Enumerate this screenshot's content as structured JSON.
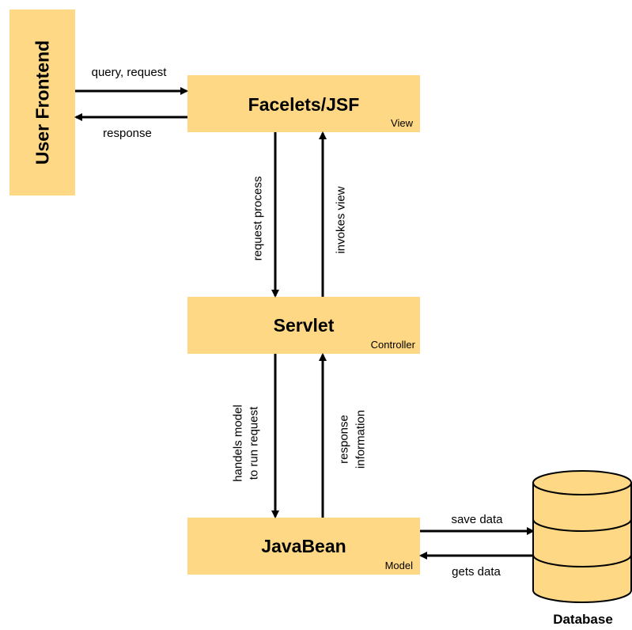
{
  "colors": {
    "box_fill": "#FFD885",
    "arrow": "#000000",
    "text": "#000000",
    "database_fill": "#FFD885",
    "database_stroke": "#000000"
  },
  "frontend": {
    "label": "User Frontend"
  },
  "view": {
    "title": "Facelets/JSF",
    "role": "View"
  },
  "controller": {
    "title": "Servlet",
    "role": "Controller"
  },
  "model": {
    "title": "JavaBean",
    "role": "Model"
  },
  "database": {
    "label": "Database"
  },
  "edges": {
    "query_request": "query, request",
    "response": "response",
    "request_process": "request process",
    "invokes_view": "invokes view",
    "handels_model_line1": "handels model",
    "handels_model_line2": "to run request",
    "response_information_line1": "response",
    "response_information_line2": "information",
    "save_data": "save data",
    "gets_data": "gets data"
  }
}
